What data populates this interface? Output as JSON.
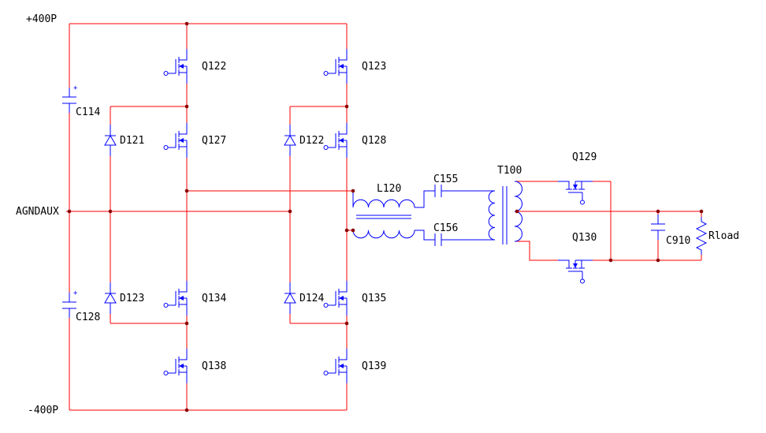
{
  "diagram": {
    "kind": "circuit-schematic",
    "description": "Three-level full-bridge power stage with clamp diodes, series LC tank, isolation transformer and synchronous rectifier output"
  },
  "colors": {
    "background": "#ffffff",
    "wire": "#ff0000",
    "symbol": "#0000ff",
    "text": "#000000",
    "junction": "#8b0000"
  },
  "net_labels": {
    "positive_rail": "+400P",
    "negative_rail": "-400P",
    "analog_ground": "AGNDAUX"
  },
  "polarity_mark": "+",
  "components": {
    "q122": {
      "ref": "Q122",
      "type": "n-mosfet"
    },
    "q123": {
      "ref": "Q123",
      "type": "n-mosfet"
    },
    "q127": {
      "ref": "Q127",
      "type": "n-mosfet"
    },
    "q128": {
      "ref": "Q128",
      "type": "n-mosfet"
    },
    "q134": {
      "ref": "Q134",
      "type": "n-mosfet"
    },
    "q135": {
      "ref": "Q135",
      "type": "n-mosfet"
    },
    "q138": {
      "ref": "Q138",
      "type": "n-mosfet"
    },
    "q139": {
      "ref": "Q139",
      "type": "n-mosfet"
    },
    "q129": {
      "ref": "Q129",
      "type": "n-mosfet"
    },
    "q130": {
      "ref": "Q130",
      "type": "n-mosfet"
    },
    "d121": {
      "ref": "D121",
      "type": "diode"
    },
    "d122": {
      "ref": "D122",
      "type": "diode"
    },
    "d123": {
      "ref": "D123",
      "type": "diode"
    },
    "d124": {
      "ref": "D124",
      "type": "diode"
    },
    "c114": {
      "ref": "C114",
      "type": "capacitor"
    },
    "c128": {
      "ref": "C128",
      "type": "capacitor"
    },
    "c155": {
      "ref": "C155",
      "type": "capacitor"
    },
    "c156": {
      "ref": "C156",
      "type": "capacitor"
    },
    "c910": {
      "ref": "C910",
      "type": "capacitor"
    },
    "l120": {
      "ref": "L120",
      "type": "coupled-inductor"
    },
    "t100": {
      "ref": "T100",
      "type": "transformer"
    },
    "rload": {
      "ref": "Rload",
      "type": "resistor"
    }
  }
}
